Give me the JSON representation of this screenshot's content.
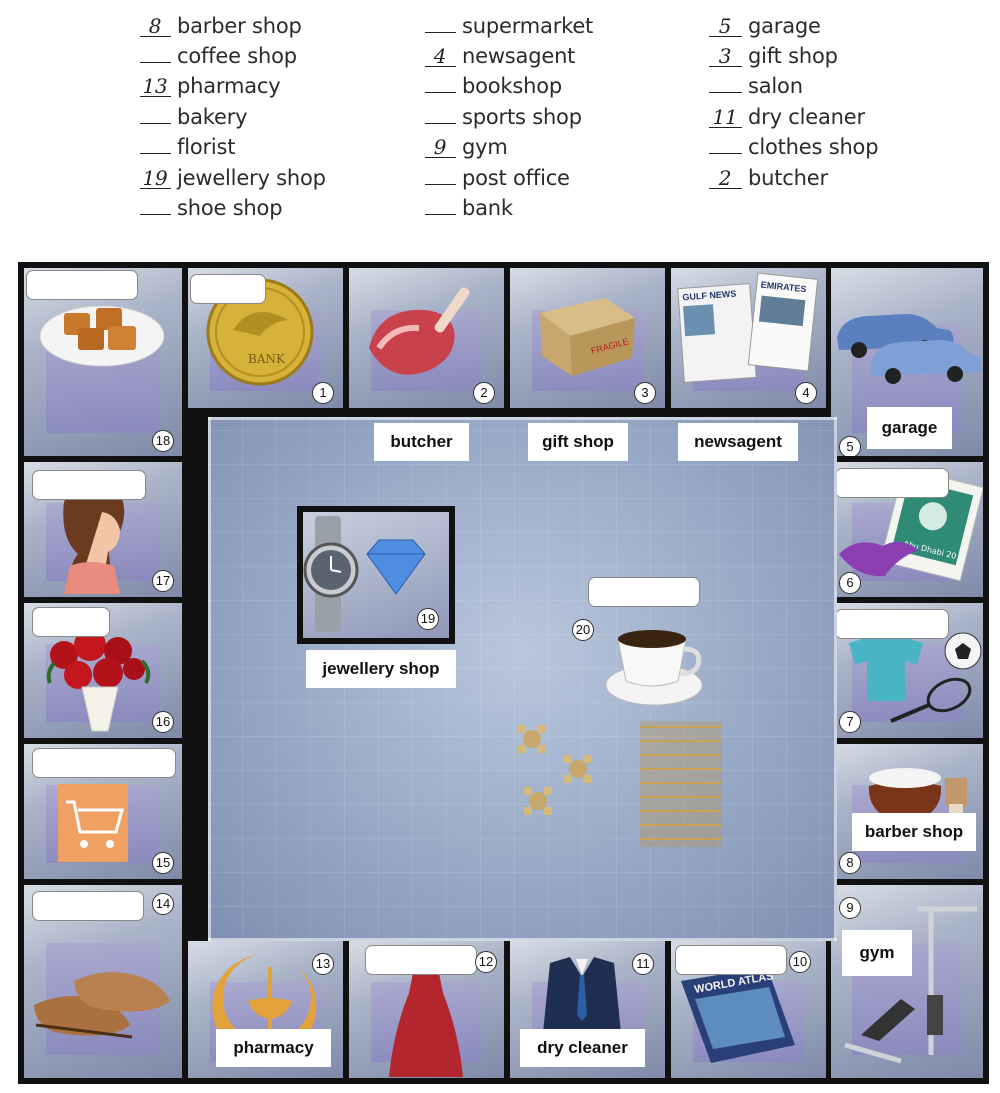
{
  "word_list": {
    "col1": [
      {
        "answer": "8",
        "word": "barber shop"
      },
      {
        "answer": "",
        "word": "coffee shop"
      },
      {
        "answer": "13",
        "word": "pharmacy"
      },
      {
        "answer": "",
        "word": "bakery"
      },
      {
        "answer": "",
        "word": "florist"
      },
      {
        "answer": "19",
        "word": "jewellery shop"
      },
      {
        "answer": "",
        "word": "shoe shop"
      }
    ],
    "col2": [
      {
        "answer": "",
        "word": "supermarket"
      },
      {
        "answer": "4",
        "word": "newsagent"
      },
      {
        "answer": "",
        "word": "bookshop"
      },
      {
        "answer": "",
        "word": "sports shop"
      },
      {
        "answer": "9",
        "word": "gym"
      },
      {
        "answer": "",
        "word": "post office"
      },
      {
        "answer": "",
        "word": "bank"
      }
    ],
    "col3": [
      {
        "answer": "5",
        "word": "garage"
      },
      {
        "answer": "3",
        "word": "gift shop"
      },
      {
        "answer": "",
        "word": "salon"
      },
      {
        "answer": "11",
        "word": "dry cleaner"
      },
      {
        "answer": "",
        "word": "clothes shop"
      },
      {
        "answer": "2",
        "word": "butcher"
      }
    ]
  },
  "board": {
    "shop_numbers": [
      "1",
      "2",
      "3",
      "4",
      "5",
      "6",
      "7",
      "8",
      "9",
      "10",
      "11",
      "12",
      "13",
      "14",
      "15",
      "16",
      "17",
      "18",
      "19",
      "20"
    ],
    "labels": {
      "butcher": "butcher",
      "gift_shop": "gift shop",
      "newsagent": "newsagent",
      "garage": "garage",
      "jewellery_shop": "jewellery shop",
      "barber_shop": "barber shop",
      "gym": "gym",
      "pharmacy": "pharmacy",
      "dry_cleaner": "dry cleaner"
    },
    "pictures": {
      "bank_coin_text": "BANK",
      "gift_box_text": "FRAGILE",
      "newspaper_1": "GULF NEWS",
      "newspaper_2": "EMIRATES",
      "stamp_text": "Abu Dhabi 20",
      "atlas_text": "WORLD ATLAS"
    }
  },
  "colors": {
    "board_border": "#111111",
    "floor": "#94a6c4",
    "label_bg": "#ffffff"
  }
}
